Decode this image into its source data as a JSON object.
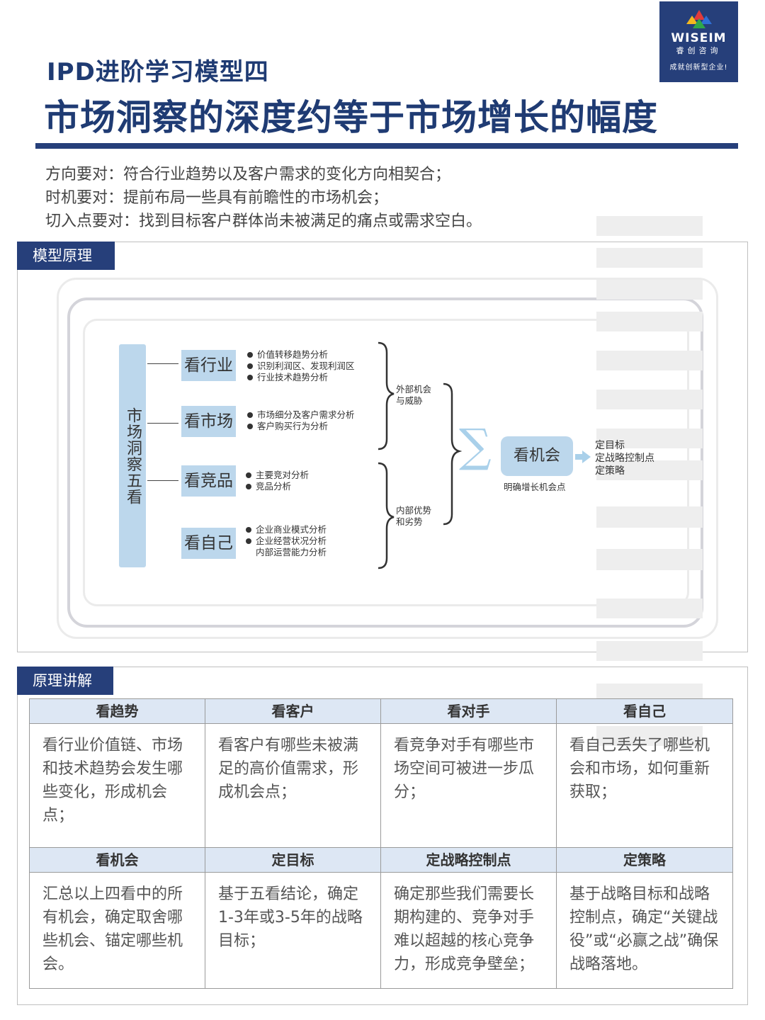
{
  "header": {
    "subtitle": "IPD进阶学习模型四",
    "title": "市场洞察的深度约等于市场增长的幅度"
  },
  "logo": {
    "brand": "WISEIM",
    "brand_cn": "睿创咨询",
    "slogan": "成就创新型企业!",
    "accent_colors": [
      "#e23b3b",
      "#f3b81f",
      "#2ea84a",
      "#2f6fd6"
    ]
  },
  "intro": [
    "方向要对：符合行业趋势以及客户需求的变化方向相契合；",
    "时机要对：提前布局一些具有前瞻性的市场机会；",
    "切入点要对：找到目标客户群体尚未被满足的痛点或需求空白。"
  ],
  "section1": {
    "label": "模型原理"
  },
  "diagram": {
    "main_label": "市场洞察五看",
    "looks": [
      {
        "label": "看行业",
        "points": [
          "价值转移趋势分析",
          "识别利润区、发现利润区",
          "行业技术趋势分析"
        ]
      },
      {
        "label": "看市场",
        "points": [
          "市场细分及客户需求分析",
          "客户购买行为分析"
        ]
      },
      {
        "label": "看竞品",
        "points": [
          "主要竞对分析",
          "竞品分析"
        ]
      },
      {
        "label": "看自己",
        "points": [
          "企业商业模式分析",
          "企业经营状况分析",
          "内部运营能力分析"
        ]
      }
    ],
    "external_label": "外部机会\n与威胁",
    "internal_label": "内部优势\n和劣势",
    "sigma": "∑",
    "opportunity": "看机会",
    "opportunity_caption": "明确增长机会点",
    "outcomes": [
      "定目标",
      "定战略控制点",
      "定策略"
    ],
    "bar_color": "#bcd7ec"
  },
  "section2": {
    "label": "原理讲解"
  },
  "table": {
    "row1_headers": [
      "看趋势",
      "看客户",
      "看对手",
      "看自己"
    ],
    "row1_cells": [
      "看行业价值链、市场和技术趋势会发生哪些变化，形成机会点；",
      "看客户有哪些未被满足的高价值需求，形成机会点；",
      "看竞争对手有哪些市场空间可被进一步瓜分；",
      "看自己丢失了哪些机会和市场，如何重新获取；"
    ],
    "row2_headers": [
      "看机会",
      "定目标",
      "定战略控制点",
      "定策略"
    ],
    "row2_cells": [
      "汇总以上四看中的所有机会，确定取舍哪些机会、锚定哪些机会。",
      "基于五看结论，确定1-3年或3-5年的战略目标；",
      "确定那些我们需要长期构建的、竞争对手难以超越的核心竞争力，形成竞争壁垒；",
      "基于战略目标和战略控制点，确定“关键战役”或“必赢之战”确保战略落地。"
    ]
  },
  "colors": {
    "navy": "#263f7a",
    "title": "#1f3b73",
    "light_blue": "#bcd7ec",
    "header_fill": "#dde7f4"
  }
}
